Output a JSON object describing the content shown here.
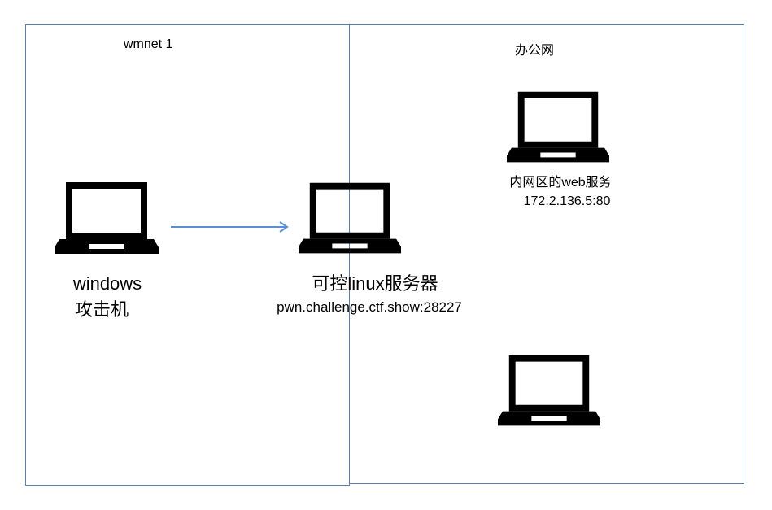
{
  "zones": {
    "left_label": "wmnet 1",
    "right_label": "办公网"
  },
  "nodes": {
    "attacker": {
      "line1": "windows",
      "line2": "攻击机",
      "icon": "laptop-icon"
    },
    "linux_server": {
      "line1": "可控linux服务器",
      "line2": "pwn.challenge.ctf.show:28227",
      "icon": "laptop-icon"
    },
    "web_service": {
      "line1": "内网区的web服务",
      "line2": "172.2.136.5:80",
      "icon": "laptop-icon"
    },
    "unknown_host": {
      "icon": "laptop-icon"
    }
  },
  "colors": {
    "zone_border": "#5a7fb0",
    "arrow": "#5b8ed6",
    "icon": "#000000"
  }
}
